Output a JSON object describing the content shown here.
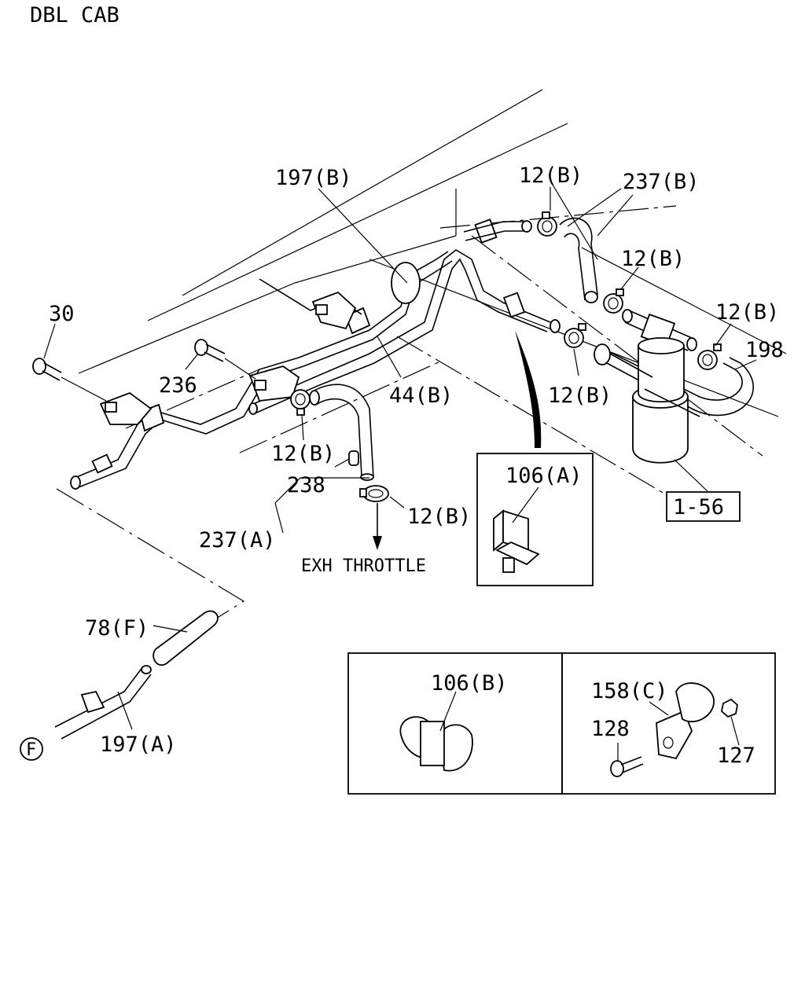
{
  "header": {
    "title": "DBL CAB"
  },
  "labels": {
    "l197b": "197(B)",
    "l12b_top": "12(B)",
    "l237b": "237(B)",
    "l12b_mid": "12(B)",
    "l12b_right": "12(B)",
    "l198": "198",
    "l30": "30",
    "l236": "236",
    "l44b": "44(B)",
    "l12b_lower": "12(B)",
    "l12b_left": "12(B)",
    "l238": "238",
    "l12b_bottom": "12(B)",
    "l237a": "237(A)",
    "exh": "EXH THROTTLE",
    "l106a": "106(A)",
    "l156": "1-56",
    "l78f": "78(F)",
    "lF": "F",
    "l197a": "197(A)",
    "l106b": "106(B)",
    "l158c": "158(C)",
    "l128": "128",
    "l127": "127"
  }
}
